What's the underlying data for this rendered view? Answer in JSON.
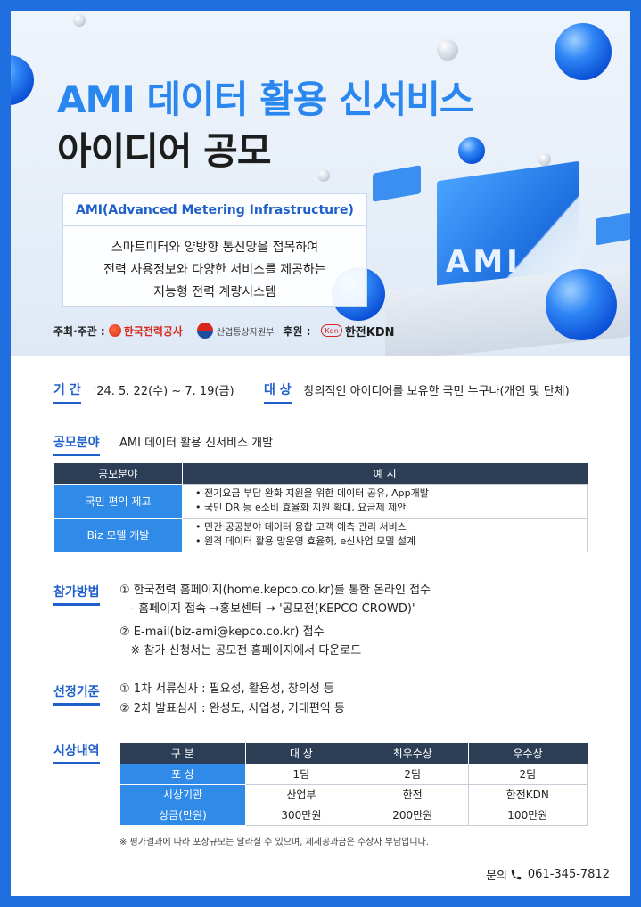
{
  "hero": {
    "title_line1": "AMI 데이터 활용 신서비스",
    "title_line2": "아이디어 공모",
    "ami_heading": "AMI(Advanced Metering Infrastructure)",
    "ami_desc_lines": [
      "스마트미터와 양방향 통신망을 접목하여",
      "전력 사용정보와 다양한 서비스를 제공하는",
      "지능형 전력 계량시스템"
    ],
    "sponsor_label": "주최·주관 :",
    "kepco_name": "한국전력공사",
    "motie_name": "산업통상자원부",
    "support_label": "후원 :",
    "kdn_badge": "Kdn",
    "kdn_name": "한전KDN",
    "accent": "#2a87f0"
  },
  "period": {
    "label": "기 간",
    "value": "'24. 5. 22(수) ~ 7. 19(금)"
  },
  "target": {
    "label": "대 상",
    "value": "창의적인 아이디어를 보유한 국민 누구나(개인 및 단체)"
  },
  "field": {
    "label": "공모분야",
    "value": "AMI 데이터 활용 신서비스 개발",
    "table": {
      "headers": [
        "공모분야",
        "예    시"
      ],
      "rows": [
        {
          "category": "국민 편익 제고",
          "examples": [
            "• 전기요금 부담 완화 지원을 위한 데이터 공유, App개발",
            "• 국민 DR 등 e소비 효율화 지원 확대, 요금제 제안"
          ]
        },
        {
          "category": "Biz 모델 개발",
          "examples": [
            "• 민간·공공분야 데이터 융합 고객 예측·관리 서비스",
            "• 원격 데이터 활용 망운영 효율화, e신사업 모델 설계"
          ]
        }
      ]
    }
  },
  "participation": {
    "label": "참가방법",
    "lines": [
      "① 한국전력 홈페이지(home.kepco.co.kr)를 통한 온라인 접수",
      "   - 홈페이지 접속 →홍보센터 → '공모전(KEPCO CROWD)'",
      "② E-mail(biz-ami@kepco.co.kr) 접수",
      "   ※ 참가 신청서는 공모전 홈페이지에서 다운로드"
    ]
  },
  "criteria": {
    "label": "선정기준",
    "lines": [
      "① 1차 서류심사 : 필요성, 활용성, 창의성 등",
      "② 2차 발표심사 : 완성도, 사업성, 기대편익 등"
    ]
  },
  "awards": {
    "label": "시상내역",
    "headers": [
      "구    분",
      "대    상",
      "최우수상",
      "우수상"
    ],
    "rows": [
      {
        "name": "포    상",
        "values": [
          "1팀",
          "2팀",
          "2팀"
        ]
      },
      {
        "name": "시상기관",
        "values": [
          "산업부",
          "한전",
          "한전KDN"
        ]
      },
      {
        "name": "상금(만원)",
        "values": [
          "300만원",
          "200만원",
          "100만원"
        ]
      }
    ],
    "note": "※ 평가결과에 따라 포상규모는 달라질 수 있으며, 제세공과금은 수상자 부담입니다."
  },
  "contact": {
    "label": "문의",
    "phone": "061-345-7812"
  }
}
